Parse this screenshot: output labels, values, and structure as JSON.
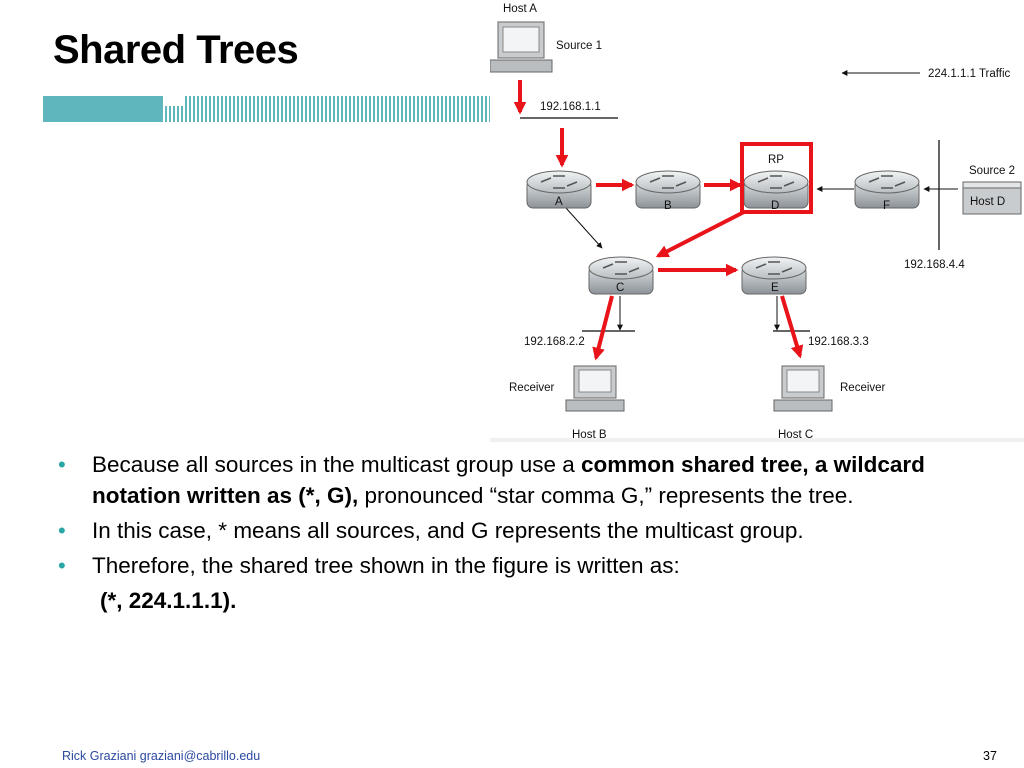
{
  "slide": {
    "title": "Shared Trees",
    "footer_text": "Rick Graziani  graziani@cabrillo.edu",
    "page_number": "37"
  },
  "diagram": {
    "host_a": "Host A",
    "source_1": "Source 1",
    "traffic": "224.1.1.1 Traffic",
    "ip_a": "192.168.1.1",
    "rp": "RP",
    "router_a": "A",
    "router_b": "B",
    "router_d": "D",
    "router_f": "F",
    "router_c": "C",
    "router_e": "E",
    "source_2": "Source 2",
    "host_d": "Host D",
    "ip_d": "192.168.4.4",
    "ip_b": "192.168.2.2",
    "ip_c": "192.168.3.3",
    "receiver_left": "Receiver",
    "receiver_right": "Receiver",
    "host_b": "Host B",
    "host_c": "Host C"
  },
  "bullets": [
    {
      "text_1": "Because all sources in the multicast group use a ",
      "bold": "common shared tree, a wildcard notation written as (*, G),",
      "text_2": " pronounced “star comma G,” represents the tree."
    },
    {
      "text": "In this case, * means all sources, and G represents the multicast group."
    },
    {
      "text": "Therefore, the shared tree shown in the figure is written as:"
    }
  ],
  "notation": "(*, 224.1.1.1).",
  "colors": {
    "accent_teal": "#2aa6a6",
    "path_red": "#e8141a",
    "footer_blue": "#2b4aa0"
  }
}
